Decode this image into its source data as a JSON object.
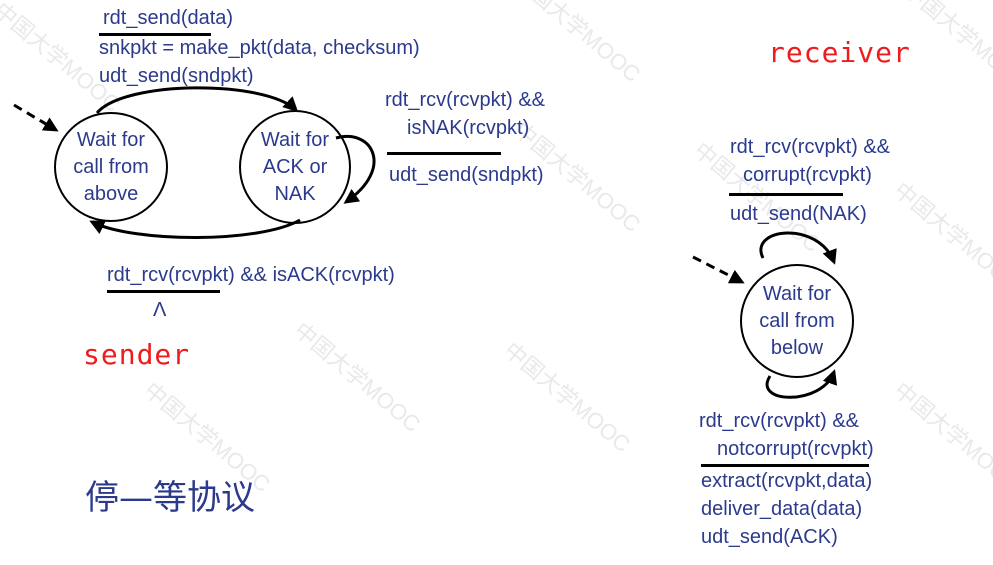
{
  "watermark": "中国大学MOOC",
  "title": "停—等协议",
  "sender": {
    "label": "sender",
    "states": {
      "wait_call_above": "Wait for\ncall from\nabove",
      "wait_ack_nak": "Wait for\nACK or\nNAK"
    },
    "t1": {
      "event": "rdt_send(data)",
      "actions": [
        "snkpkt = make_pkt(data, checksum)",
        "udt_send(sndpkt)"
      ]
    },
    "t_self": {
      "event": [
        "rdt_rcv(rcvpkt) &&",
        "isNAK(rcvpkt)"
      ],
      "action": "udt_send(sndpkt)"
    },
    "t2": {
      "event": "rdt_rcv(rcvpkt) && isACK(rcvpkt)",
      "action": "Λ"
    }
  },
  "receiver": {
    "label": "receiver",
    "state": "Wait for\ncall from\nbelow",
    "t_corrupt": {
      "event": [
        "rdt_rcv(rcvpkt) &&",
        "corrupt(rcvpkt)"
      ],
      "action": "udt_send(NAK)"
    },
    "t_ok": {
      "event": [
        "rdt_rcv(rcvpkt) &&",
        "notcorrupt(rcvpkt)"
      ],
      "actions": [
        "extract(rcvpkt,data)",
        "deliver_data(data)",
        "udt_send(ACK)"
      ]
    }
  }
}
